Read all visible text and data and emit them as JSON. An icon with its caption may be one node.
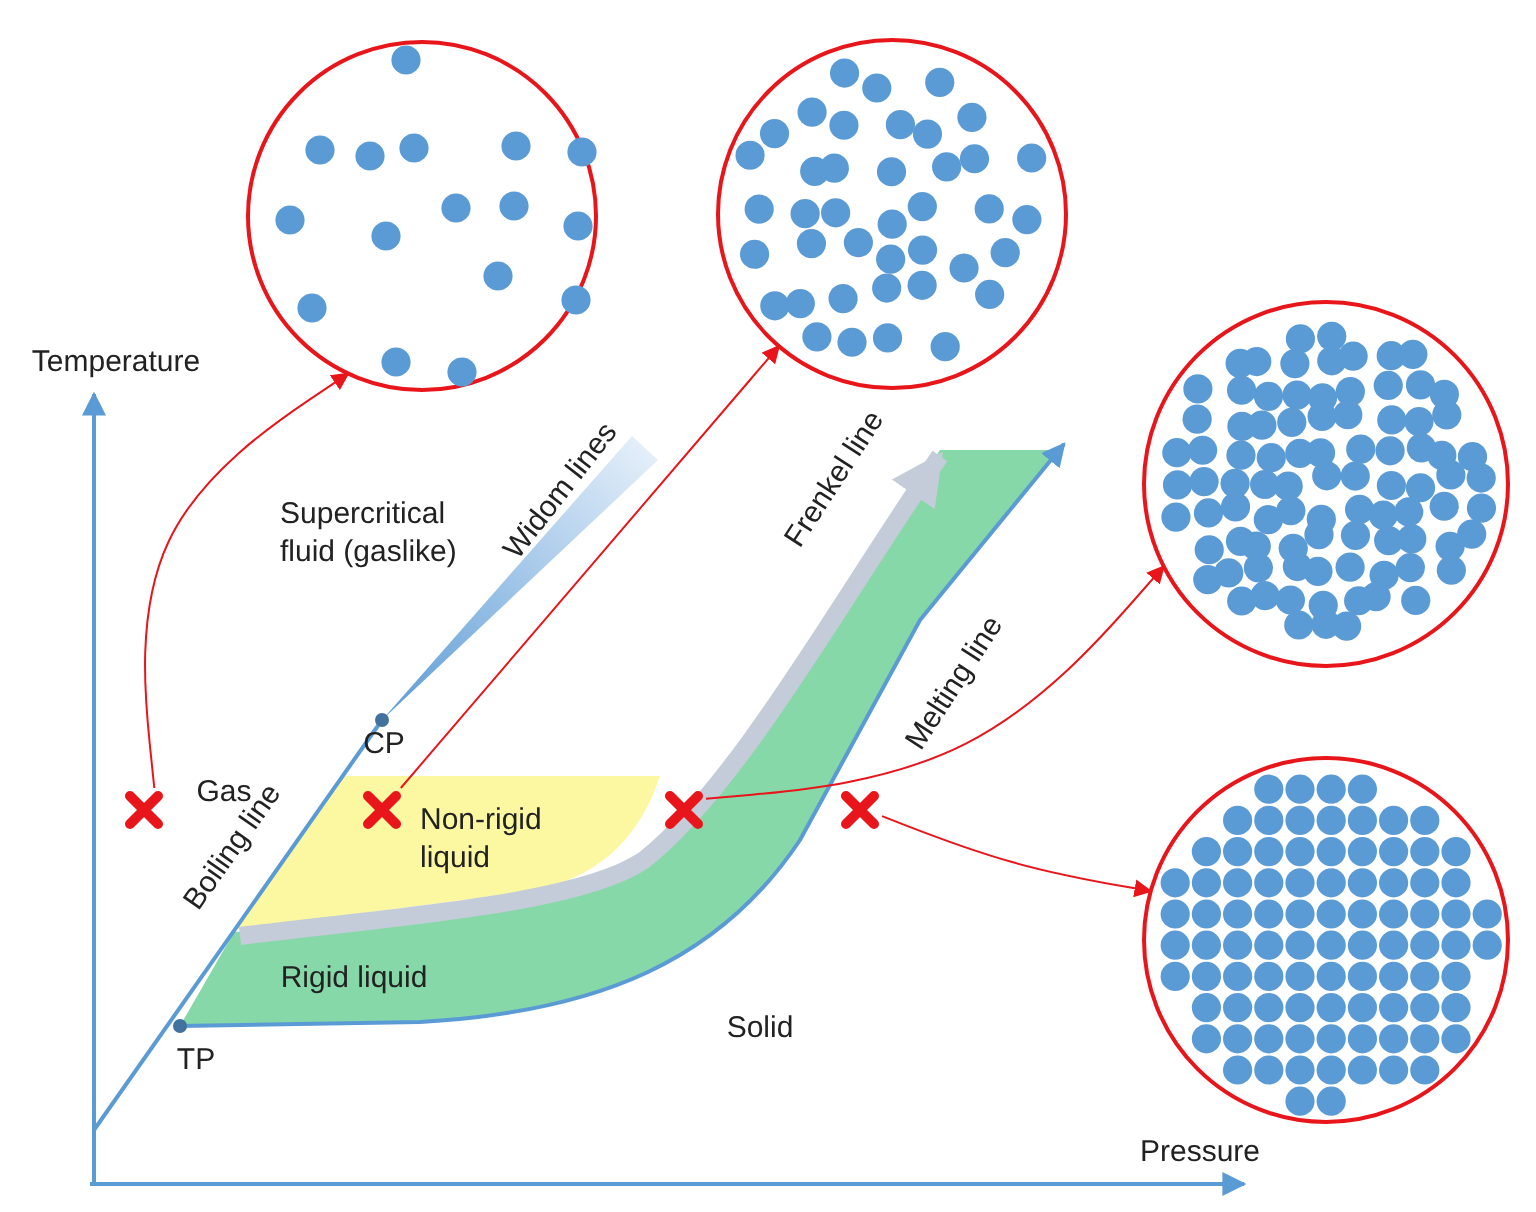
{
  "diagram": {
    "nodes": [
      {
        "text": [],
        "shape": "picture"
      },
      {
        "text": [],
        "shape": "picture"
      },
      {
        "text": [],
        "shape": "picture"
      },
      {
        "text": [],
        "shape": "cross"
      },
      {
        "text": [],
        "shape": "cross"
      },
      {
        "text": [],
        "shape": "cross"
      },
      {
        "text": [],
        "shape": "cross"
      },
      {
        "text": [],
        "shape": "picture"
      }
    ],
    "edges": [
      {
        "from": 3,
        "to": 0,
        "arrow": "to"
      },
      {
        "from": 4,
        "to": 1,
        "arrow": "to"
      },
      {
        "from": 5,
        "to": 2,
        "arrow": "to"
      },
      {
        "from": 6,
        "to": 7,
        "arrow": "to"
      }
    ],
    "labels": [
      "Temperature",
      "Widom lines",
      "Supercritical fluid (gaslike)",
      "Frenkel line",
      "Melting line",
      "CP",
      "Gas",
      "Non-rigid liquid",
      "Boiling line",
      "Rigid liquid",
      "TP",
      "Solid",
      "Pressure"
    ]
  }
}
